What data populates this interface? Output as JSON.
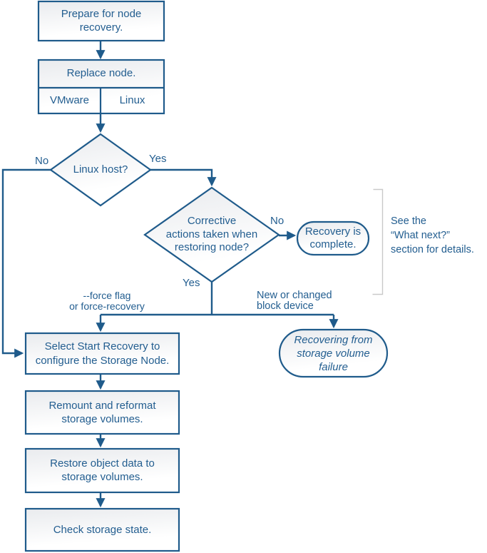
{
  "colors": {
    "line": "#1f5b8b",
    "text": "#235e90",
    "bracket": "#c9c9c9",
    "shape_fill_top": "#e9ebee",
    "shape_fill_bottom": "#ffffff"
  },
  "nodes": {
    "prepare": [
      "Prepare for node",
      "recovery."
    ],
    "replace": "Replace node.",
    "vmware": "VMware",
    "linux": "Linux",
    "linux_host": "Linux host?",
    "corrective": [
      "Corrective",
      "actions taken when",
      "restoring node?"
    ],
    "recovery_complete": [
      "Recovery is",
      "complete."
    ],
    "select_start_recovery": [
      "Select Start Recovery to",
      "configure the Storage Node."
    ],
    "recovering_from_failure": [
      "Recovering from",
      "storage volume",
      "failure"
    ],
    "remount": [
      "Remount and reformat",
      "storage volumes."
    ],
    "restore": [
      "Restore object data to",
      "storage volumes."
    ],
    "check_storage": "Check storage state."
  },
  "edge_labels": {
    "linux_host_no": "No",
    "linux_host_yes": "Yes",
    "corrective_no": "No",
    "corrective_yes": "Yes",
    "force_flag": [
      "--force flag",
      "or force-recovery"
    ],
    "block_device": [
      "New or changed",
      "block device"
    ]
  },
  "note": [
    "See the",
    "“What next?”",
    "section for details."
  ]
}
